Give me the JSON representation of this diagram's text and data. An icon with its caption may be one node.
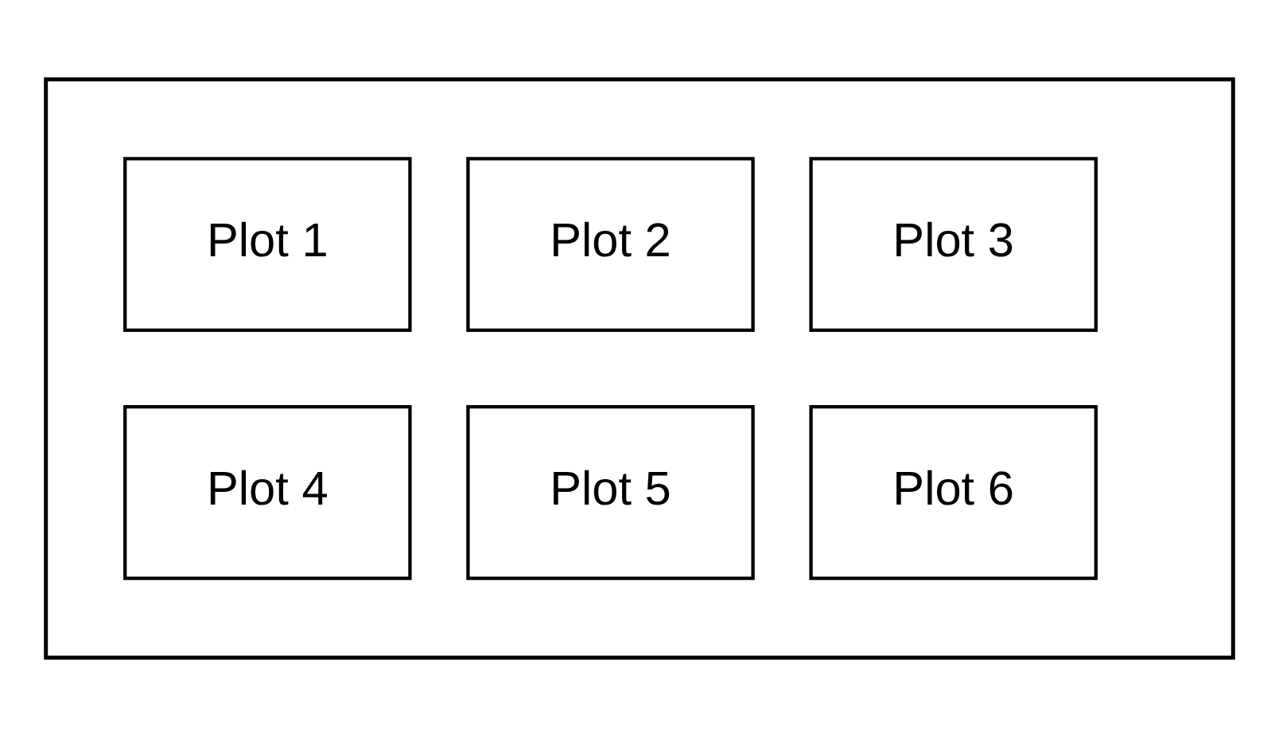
{
  "diagram": {
    "nodes": [
      {
        "text": [],
        "shape": "box"
      },
      {
        "text": [
          "Plot 1"
        ],
        "in": 0
      },
      {
        "text": [
          "Plot 2"
        ],
        "in": 0
      },
      {
        "text": [
          "Plot 3"
        ],
        "in": 0
      },
      {
        "text": [
          "Plot 4"
        ],
        "in": 0
      },
      {
        "text": [
          "Plot 5"
        ],
        "in": 0
      },
      {
        "text": [
          "Plot 6"
        ],
        "in": 0
      }
    ]
  }
}
